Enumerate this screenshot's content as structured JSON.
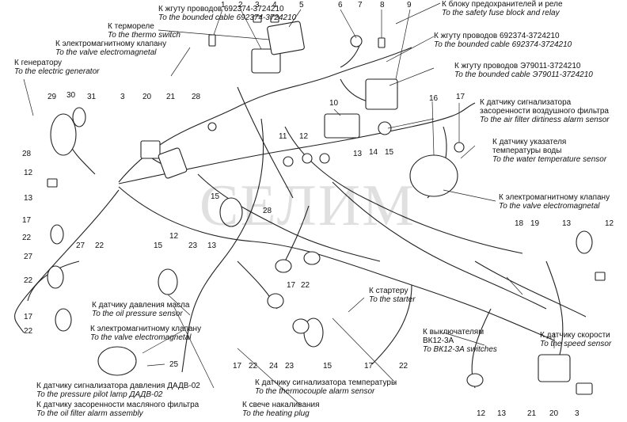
{
  "watermark": "СЕЛИМ",
  "labels": {
    "cable_692374_a": {
      "ru": "К жгуту проводов 692374-3724210",
      "en": "To the bounded cable 692374-3724210"
    },
    "thermo_switch": {
      "ru": "К термореле",
      "en": "To the thermo switch"
    },
    "valve_top": {
      "ru": "К электромагнитному клапану",
      "en": "To the valve electromagnetal"
    },
    "generator": {
      "ru": "К генератору",
      "en": "To the electric generator"
    },
    "fuse_block": {
      "ru": "К блоку предохранителей и реле",
      "en": "To the safety fuse block and relay"
    },
    "cable_692374_b": {
      "ru": "К жгуту проводов 692374-3724210",
      "en": "To the bounded cable 692374-3724210"
    },
    "cable_e79011": {
      "ru": "К жгуту проводов Э79011-3724210",
      "en": "To the bounded cable Э79011-3724210"
    },
    "air_filter": {
      "ru": "К датчику сигнализатора засоренности воздушного фильтра",
      "ru1": "К датчику сигнализатора",
      "ru2": "засоренности воздушного фильтра",
      "en": "To the air filter dirtiness alarm sensor"
    },
    "water_temp": {
      "ru1": "К датчику указателя",
      "ru2": "температуры воды",
      "en": "To the water temperature sensor"
    },
    "valve_right": {
      "ru": "К электромагнитному клапану",
      "en": "To the valve electromagnetal"
    },
    "starter": {
      "ru": "К стартеру",
      "en": "To the starter"
    },
    "switches": {
      "ru1": "К выключателям",
      "ru2": "ВК12-3А",
      "en": "To ВК12-3А switches"
    },
    "speed": {
      "ru": "К датчику скорости",
      "en": "To the speed sensor"
    },
    "oil_pressure": {
      "ru": "К датчику давления масла",
      "en": "To the oil pressure sensor"
    },
    "valve_bottom": {
      "ru": "К электромагнитному клапану",
      "en": "To the valve electromagnetal"
    },
    "pressure_pilot": {
      "ru": "К датчику сигнализатора давления ДАДВ-02",
      "en": "To the pressure pilot lamp ДАДВ-02"
    },
    "oil_filter": {
      "ru": "К датчику засоренности масляного фильтра",
      "en": "To the oil filter alarm assembly"
    },
    "thermocouple": {
      "ru": "К датчику сигнализатора температуры",
      "en": "To the thermocouple alarm sensor"
    },
    "heating_plug": {
      "ru": "К свече накаливания",
      "en": "To the heating plug"
    }
  },
  "numbers": [
    "1",
    "2",
    "3",
    "4",
    "5",
    "6",
    "7",
    "8",
    "9",
    "29",
    "30",
    "31",
    "3",
    "20",
    "21",
    "28",
    "10",
    "16",
    "17",
    "28",
    "12",
    "13",
    "11",
    "12",
    "13",
    "14",
    "15",
    "15",
    "28",
    "17",
    "22",
    "27",
    "22",
    "15",
    "12",
    "23",
    "13",
    "27",
    "22",
    "17",
    "22",
    "17",
    "22",
    "18",
    "19",
    "13",
    "12",
    "17",
    "22",
    "24",
    "23",
    "15",
    "17",
    "22",
    "25",
    "12",
    "13",
    "21",
    "20",
    "3"
  ]
}
